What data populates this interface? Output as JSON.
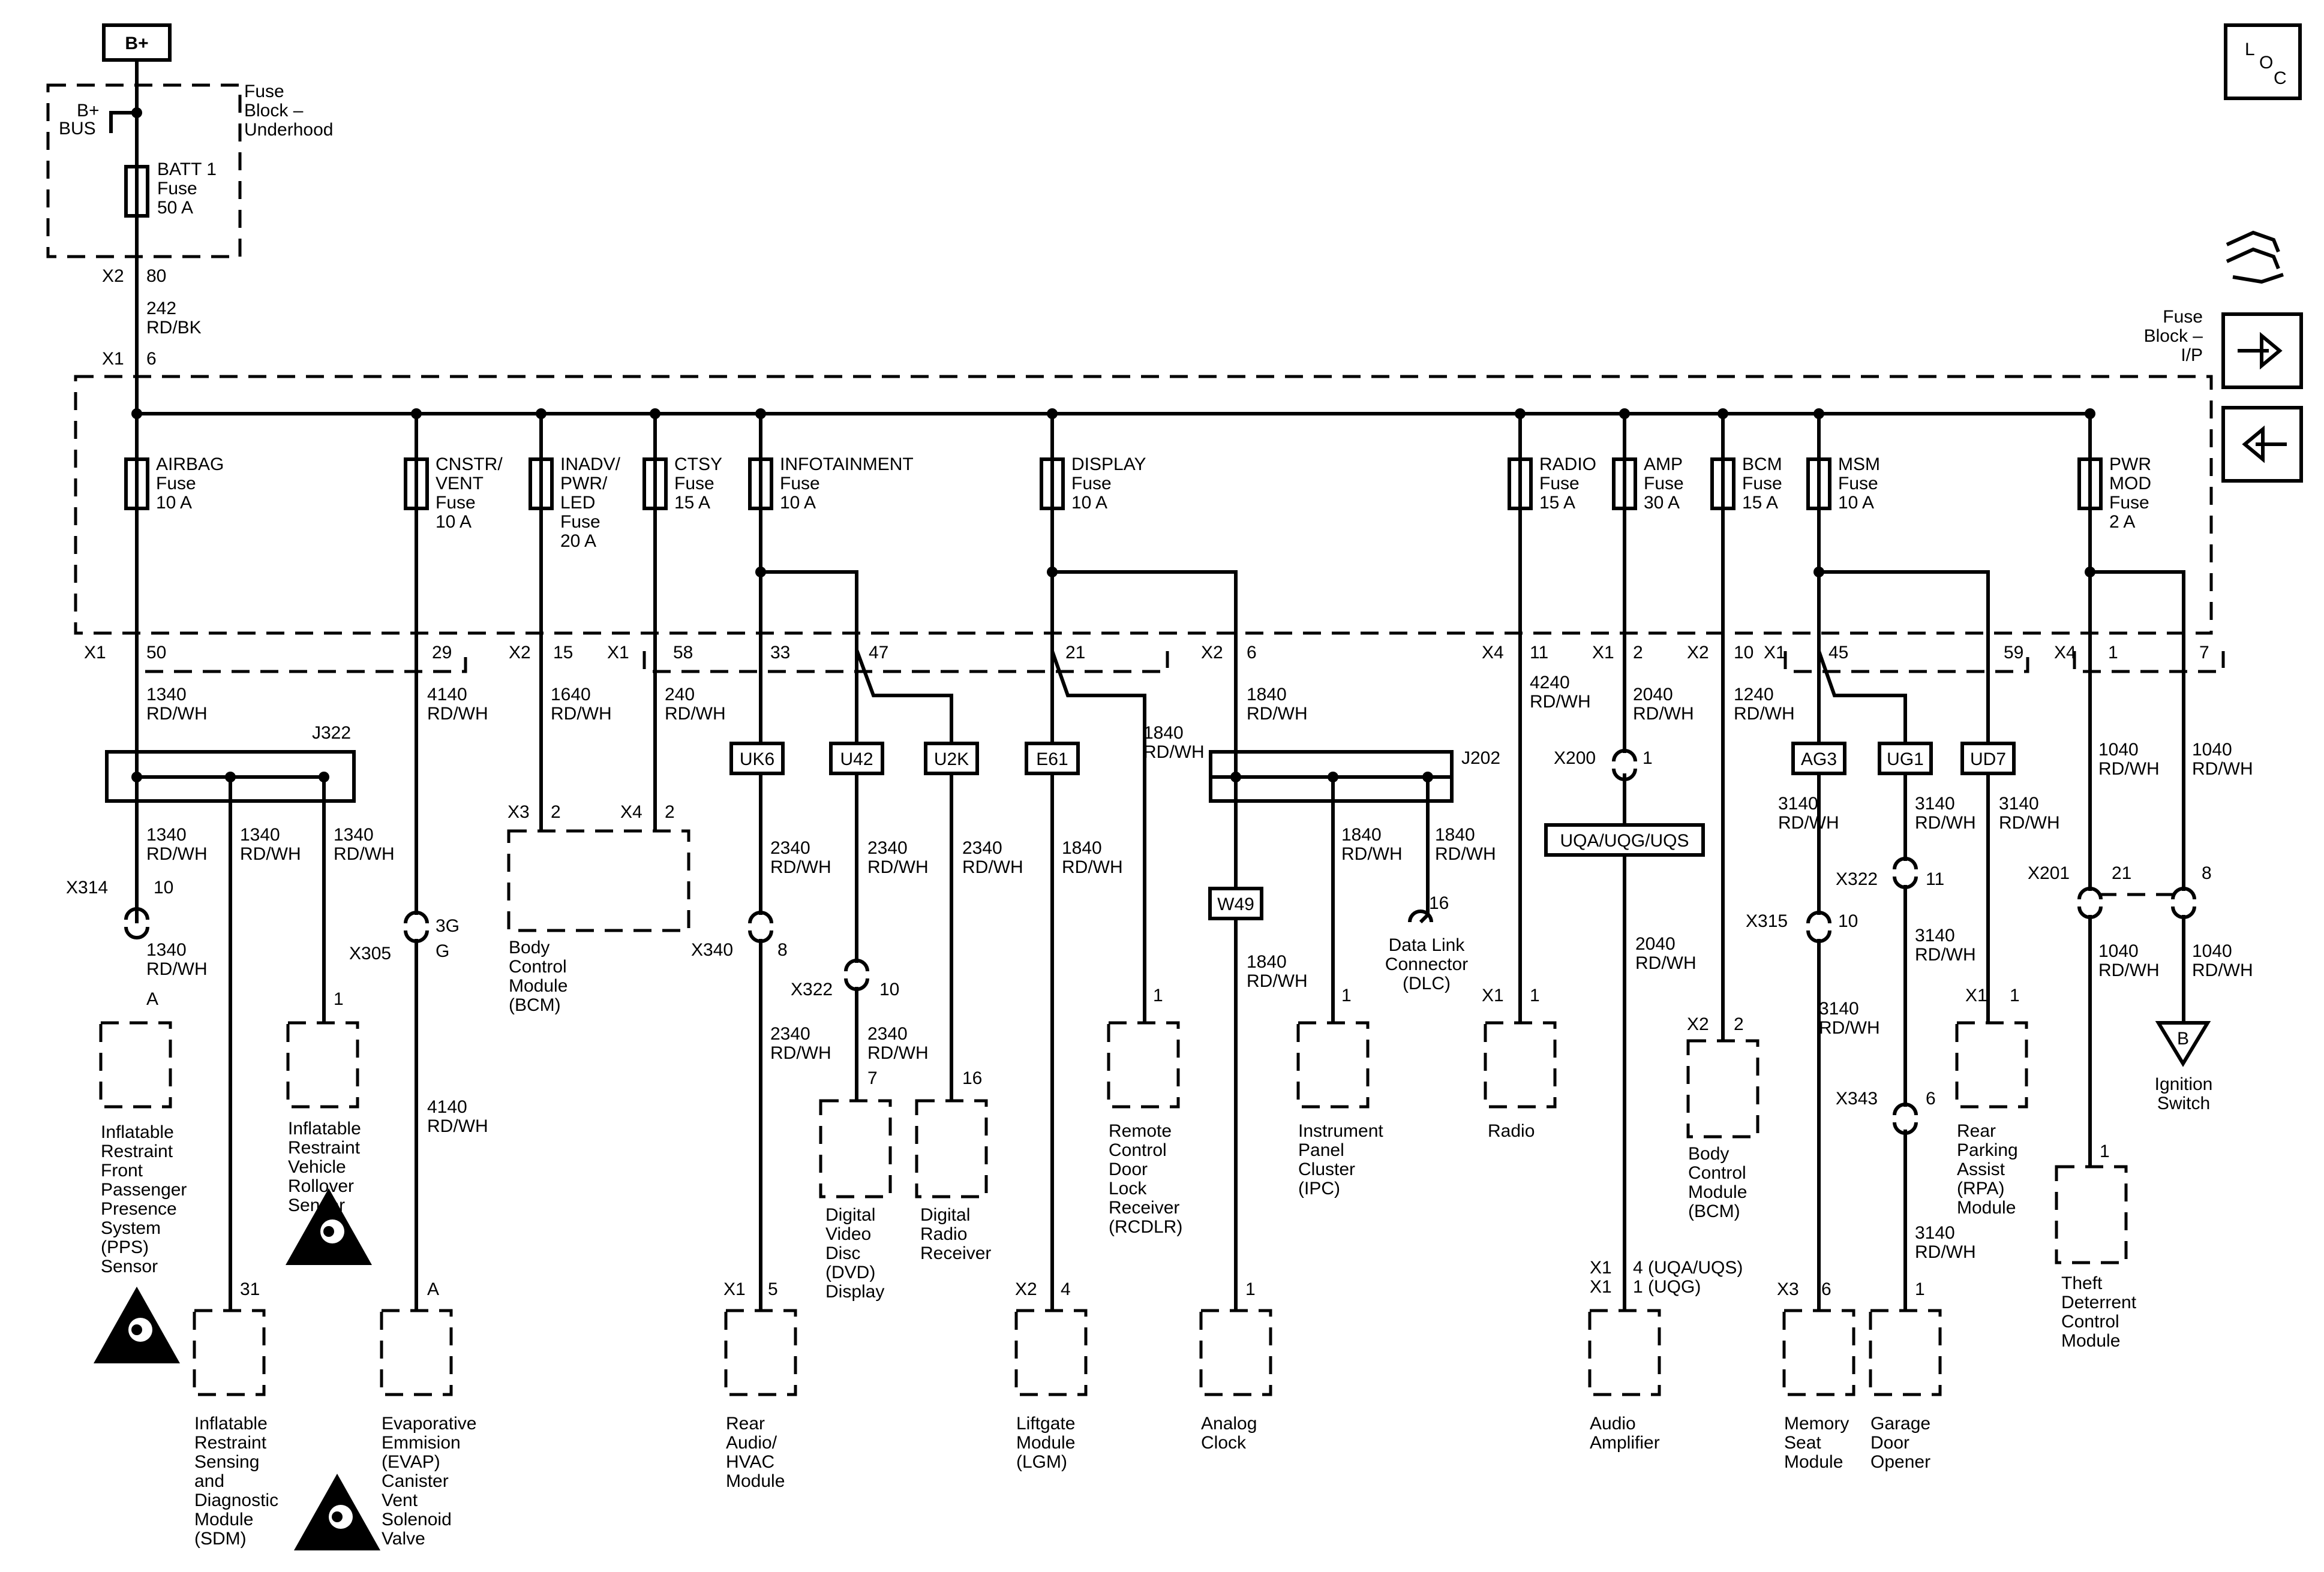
{
  "power": {
    "label": "B+"
  },
  "underhood": {
    "title": [
      "Fuse",
      "Block –",
      "Underhood"
    ],
    "bus": [
      "B+",
      "BUS"
    ],
    "fuse": [
      "BATT 1",
      "Fuse",
      "50 A"
    ],
    "x2": "X2",
    "x2_pin": "80",
    "wire": [
      "242",
      "RD/BK"
    ],
    "x1": "X1",
    "x1_pin": "6"
  },
  "legend": {
    "loc": [
      "L",
      "O",
      "C"
    ],
    "ip_title": [
      "Fuse",
      "Block –",
      "I/P"
    ]
  },
  "fuses": [
    {
      "id": "airbag",
      "lines": [
        "AIRBAG",
        "Fuse",
        "10 A"
      ]
    },
    {
      "id": "cnstr",
      "lines": [
        "CNSTR/",
        "VENT",
        "Fuse",
        "10 A"
      ]
    },
    {
      "id": "inadv",
      "lines": [
        "INADV/",
        "PWR/",
        "LED",
        "Fuse",
        "20 A"
      ]
    },
    {
      "id": "ctsy",
      "lines": [
        "CTSY",
        "Fuse",
        "15 A"
      ]
    },
    {
      "id": "infotainment",
      "lines": [
        "INFOTAINMENT",
        "Fuse",
        "10 A"
      ]
    },
    {
      "id": "display",
      "lines": [
        "DISPLAY",
        "Fuse",
        "10 A"
      ]
    },
    {
      "id": "radio",
      "lines": [
        "RADIO",
        "Fuse",
        "15 A"
      ]
    },
    {
      "id": "amp",
      "lines": [
        "AMP",
        "Fuse",
        "30 A"
      ]
    },
    {
      "id": "bcm",
      "lines": [
        "BCM",
        "Fuse",
        "15 A"
      ]
    },
    {
      "id": "msm",
      "lines": [
        "MSM",
        "Fuse",
        "10 A"
      ]
    },
    {
      "id": "pwrmod",
      "lines": [
        "PWR",
        "MOD",
        "Fuse",
        "2 A"
      ]
    }
  ],
  "pins": [
    "X1",
    "50",
    "29",
    "X2",
    "15",
    "X1",
    "58",
    "33",
    "47",
    "21",
    "X2",
    "6",
    "X4",
    "11",
    "X1",
    "2",
    "X2",
    "10",
    "X1",
    "45",
    "59",
    "X4",
    "1",
    "7"
  ],
  "wires": [
    {
      "id": "w1340",
      "lines": [
        "1340",
        "RD/WH"
      ]
    },
    {
      "id": "w4140",
      "lines": [
        "4140",
        "RD/WH"
      ]
    },
    {
      "id": "w1640",
      "lines": [
        "1640",
        "RD/WH"
      ]
    },
    {
      "id": "w240",
      "lines": [
        "240",
        "RD/WH"
      ]
    },
    {
      "id": "w1840d",
      "lines": [
        "1840",
        "RD/WH"
      ]
    },
    {
      "id": "w1840",
      "lines": [
        "1840",
        "RD/WH"
      ]
    },
    {
      "id": "w4240",
      "lines": [
        "4240",
        "RD/WH"
      ]
    },
    {
      "id": "w2040",
      "lines": [
        "2040",
        "RD/WH"
      ]
    },
    {
      "id": "w1240",
      "lines": [
        "1240",
        "RD/WH"
      ]
    },
    {
      "id": "w1040a",
      "lines": [
        "1040",
        "RD/WH"
      ]
    },
    {
      "id": "w1040b",
      "lines": [
        "1040",
        "RD/WH"
      ]
    },
    {
      "id": "s1340a",
      "lines": [
        "1340",
        "RD/WH"
      ]
    },
    {
      "id": "s1340b",
      "lines": [
        "1340",
        "RD/WH"
      ]
    },
    {
      "id": "s1340c",
      "lines": [
        "1340",
        "RD/WH"
      ]
    },
    {
      "id": "s1340d",
      "lines": [
        "1340",
        "RD/WH"
      ]
    },
    {
      "id": "s4140",
      "lines": [
        "4140",
        "RD/WH"
      ]
    },
    {
      "id": "s2340a",
      "lines": [
        "2340",
        "RD/WH"
      ]
    },
    {
      "id": "s2340b",
      "lines": [
        "2340",
        "RD/WH"
      ]
    },
    {
      "id": "s2340c",
      "lines": [
        "2340",
        "RD/WH"
      ]
    },
    {
      "id": "s2340d",
      "lines": [
        "2340",
        "RD/WH"
      ]
    },
    {
      "id": "s2340e",
      "lines": [
        "2340",
        "RD/WH"
      ]
    },
    {
      "id": "s1840a",
      "lines": [
        "1840",
        "RD/WH"
      ]
    },
    {
      "id": "s1840b",
      "lines": [
        "1840",
        "RD/WH"
      ]
    },
    {
      "id": "s1840c",
      "lines": [
        "1840",
        "RD/WH"
      ]
    },
    {
      "id": "s1840d",
      "lines": [
        "1840",
        "RD/WH"
      ]
    },
    {
      "id": "s2040",
      "lines": [
        "2040",
        "RD/WH"
      ]
    },
    {
      "id": "s3140a",
      "lines": [
        "3140",
        "RD/WH"
      ]
    },
    {
      "id": "s3140b",
      "lines": [
        "3140",
        "RD/WH"
      ]
    },
    {
      "id": "s3140c",
      "lines": [
        "3140",
        "RD/WH"
      ]
    },
    {
      "id": "s3140d",
      "lines": [
        "3140",
        "RD/WH"
      ]
    },
    {
      "id": "s3140e",
      "lines": [
        "3140",
        "RD/WH"
      ]
    },
    {
      "id": "s3140f",
      "lines": [
        "3140",
        "RD/WH"
      ]
    },
    {
      "id": "s1040a",
      "lines": [
        "1040",
        "RD/WH"
      ]
    },
    {
      "id": "s1040b",
      "lines": [
        "1040",
        "RD/WH"
      ]
    }
  ],
  "splices": {
    "j322": "J322",
    "j202": "J202"
  },
  "options": [
    "UK6",
    "U42",
    "U2K",
    "E61",
    "W49",
    "AG3",
    "UG1",
    "UD7",
    "UQA/UQG/UQS"
  ],
  "connectors": [
    {
      "id": "x314",
      "name": "X314",
      "pin": "10"
    },
    {
      "id": "x305",
      "name": "X305",
      "pin": "3G",
      "pin2": "G"
    },
    {
      "id": "x340",
      "name": "X340",
      "pin": "8"
    },
    {
      "id": "x322a",
      "name": "X322",
      "pin": "10"
    },
    {
      "id": "x200",
      "name": "X200",
      "pin": "1"
    },
    {
      "id": "x315",
      "name": "X315",
      "pin": "10"
    },
    {
      "id": "x322b",
      "name": "X322",
      "pin": "11"
    },
    {
      "id": "x343",
      "name": "X343",
      "pin": "6"
    },
    {
      "id": "x201",
      "name": "X201",
      "pin": "21",
      "pin2": "8"
    }
  ],
  "pin_labels": [
    "A",
    "1",
    "31",
    "A",
    "X3",
    "2",
    "X4",
    "2",
    "X1",
    "5",
    "7",
    "16",
    "X2",
    "4",
    "1",
    "1",
    "1",
    "16",
    "X1",
    "1",
    "X1",
    "X1",
    "4 (UQA/UQS)",
    "1 (UQG)",
    "X2",
    "2",
    "X3",
    "6",
    "1",
    "X1",
    "1",
    "1"
  ],
  "components": [
    {
      "id": "pps",
      "lines": [
        "Inflatable",
        "Restraint",
        "Front",
        "Passenger",
        "Presence",
        "System",
        "(PPS)",
        "Sensor"
      ]
    },
    {
      "id": "rollover",
      "lines": [
        "Inflatable",
        "Restraint",
        "Vehicle",
        "Rollover",
        "Sensor"
      ]
    },
    {
      "id": "sdm",
      "lines": [
        "Inflatable",
        "Restraint",
        "Sensing",
        "and",
        "Diagnostic",
        "Module",
        "(SDM)"
      ]
    },
    {
      "id": "evap",
      "lines": [
        "Evaporative",
        "Emmision",
        "(EVAP)",
        "Canister",
        "Vent",
        "Solenoid",
        "Valve"
      ]
    },
    {
      "id": "bcm1",
      "lines": [
        "Body",
        "Control",
        "Module",
        "(BCM)"
      ]
    },
    {
      "id": "rearaudio",
      "lines": [
        "Rear",
        "Audio/",
        "HVAC",
        "Module"
      ]
    },
    {
      "id": "dvd",
      "lines": [
        "Digital",
        "Video",
        "Disc",
        "(DVD)",
        "Display"
      ]
    },
    {
      "id": "digradio",
      "lines": [
        "Digital",
        "Radio",
        "Receiver"
      ]
    },
    {
      "id": "lgm",
      "lines": [
        "Liftgate",
        "Module",
        "(LGM)"
      ]
    },
    {
      "id": "rcdlr",
      "lines": [
        "Remote",
        "Control",
        "Door",
        "Lock",
        "Receiver",
        "(RCDLR)"
      ]
    },
    {
      "id": "clock",
      "lines": [
        "Analog",
        "Clock"
      ]
    },
    {
      "id": "ipc",
      "lines": [
        "Instrument",
        "Panel",
        "Cluster",
        "(IPC)"
      ]
    },
    {
      "id": "dlc",
      "lines": [
        "Data Link",
        "Connector",
        "(DLC)"
      ]
    },
    {
      "id": "radio",
      "lines": [
        "Radio"
      ]
    },
    {
      "id": "amp",
      "lines": [
        "Audio",
        "Amplifier"
      ]
    },
    {
      "id": "bcm2",
      "lines": [
        "Body",
        "Control",
        "Module",
        "(BCM)"
      ]
    },
    {
      "id": "seat",
      "lines": [
        "Memory",
        "Seat",
        "Module"
      ]
    },
    {
      "id": "garage",
      "lines": [
        "Garage",
        "Door",
        "Opener"
      ]
    },
    {
      "id": "rpa",
      "lines": [
        "Rear",
        "Parking",
        "Assist",
        "(RPA)",
        "Module"
      ]
    },
    {
      "id": "theft",
      "lines": [
        "Theft",
        "Deterrent",
        "Control",
        "Module"
      ]
    },
    {
      "id": "ign",
      "lines": [
        "Ignition",
        "Switch"
      ]
    }
  ],
  "ignition_ref": "B"
}
